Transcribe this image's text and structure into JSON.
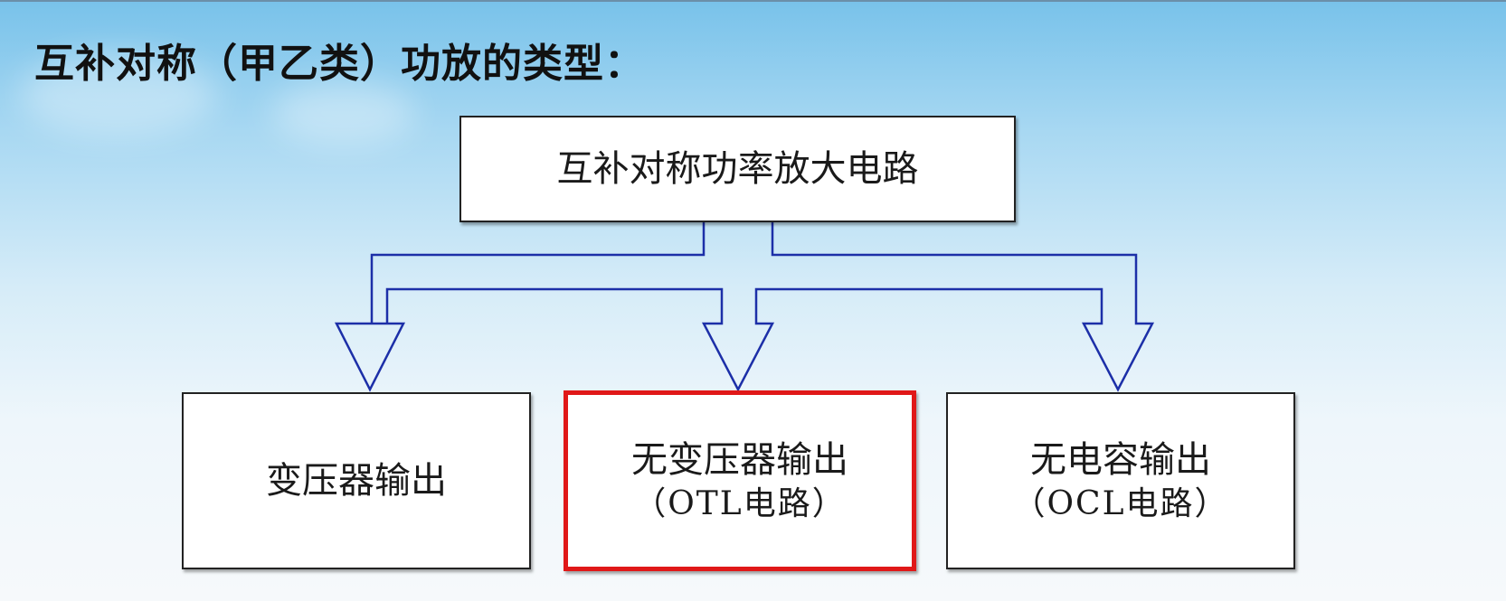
{
  "title": "互补对称（甲乙类）功放的类型：",
  "colors": {
    "connector_stroke": "#1c2fa8",
    "highlight_border": "#e01818"
  },
  "root": {
    "label": "互补对称功率放大电路"
  },
  "children": [
    {
      "line1": "变压器输出",
      "line2": "",
      "highlighted": false
    },
    {
      "line1": "无变压器输出",
      "line2": "（OTL电路）",
      "highlighted": true
    },
    {
      "line1": "无电容输出",
      "line2": "（OCL电路）",
      "highlighted": false
    }
  ]
}
